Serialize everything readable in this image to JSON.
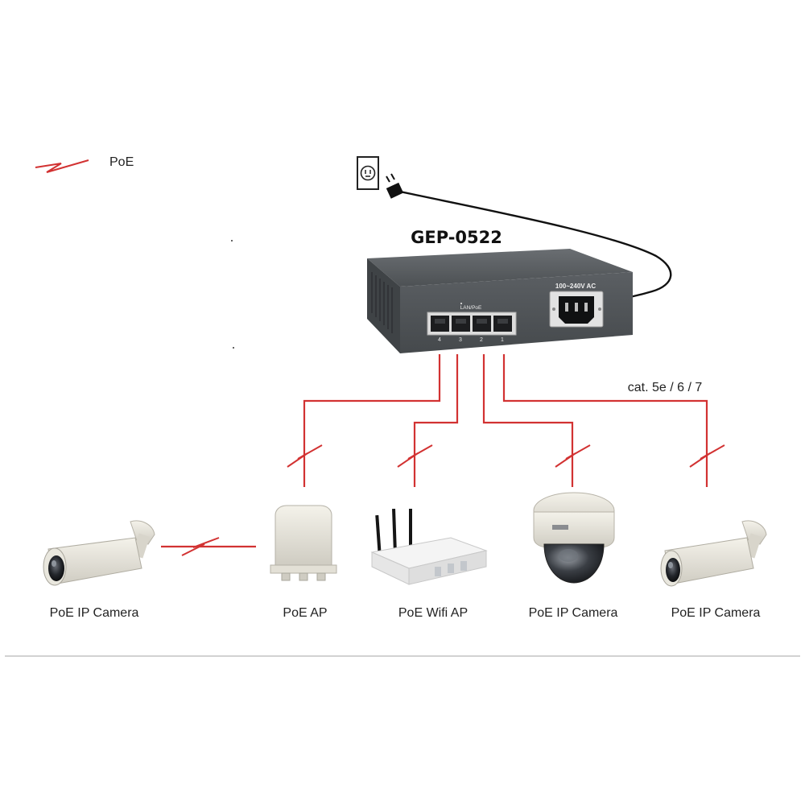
{
  "legend": {
    "label": "PoE",
    "icon": "lightning-bolt-icon"
  },
  "switch": {
    "model": "GEP-0522",
    "power_label": "100~240V AC",
    "port_group_label": "LAN/PoE",
    "ports": [
      "4",
      "3",
      "2",
      "1"
    ]
  },
  "cable_label": "cat. 5e / 6 / 7",
  "devices": [
    {
      "label": "PoE IP Camera",
      "icon": "bullet-camera-icon"
    },
    {
      "label": "PoE AP",
      "icon": "outdoor-access-point-icon"
    },
    {
      "label": "PoE Wifi AP",
      "icon": "wifi-router-icon"
    },
    {
      "label": "PoE IP Camera",
      "icon": "dome-camera-icon"
    },
    {
      "label": "PoE IP Camera",
      "icon": "bullet-camera-icon"
    }
  ],
  "colors": {
    "poe_link": "#d23232",
    "switch_body": "#55595c"
  }
}
